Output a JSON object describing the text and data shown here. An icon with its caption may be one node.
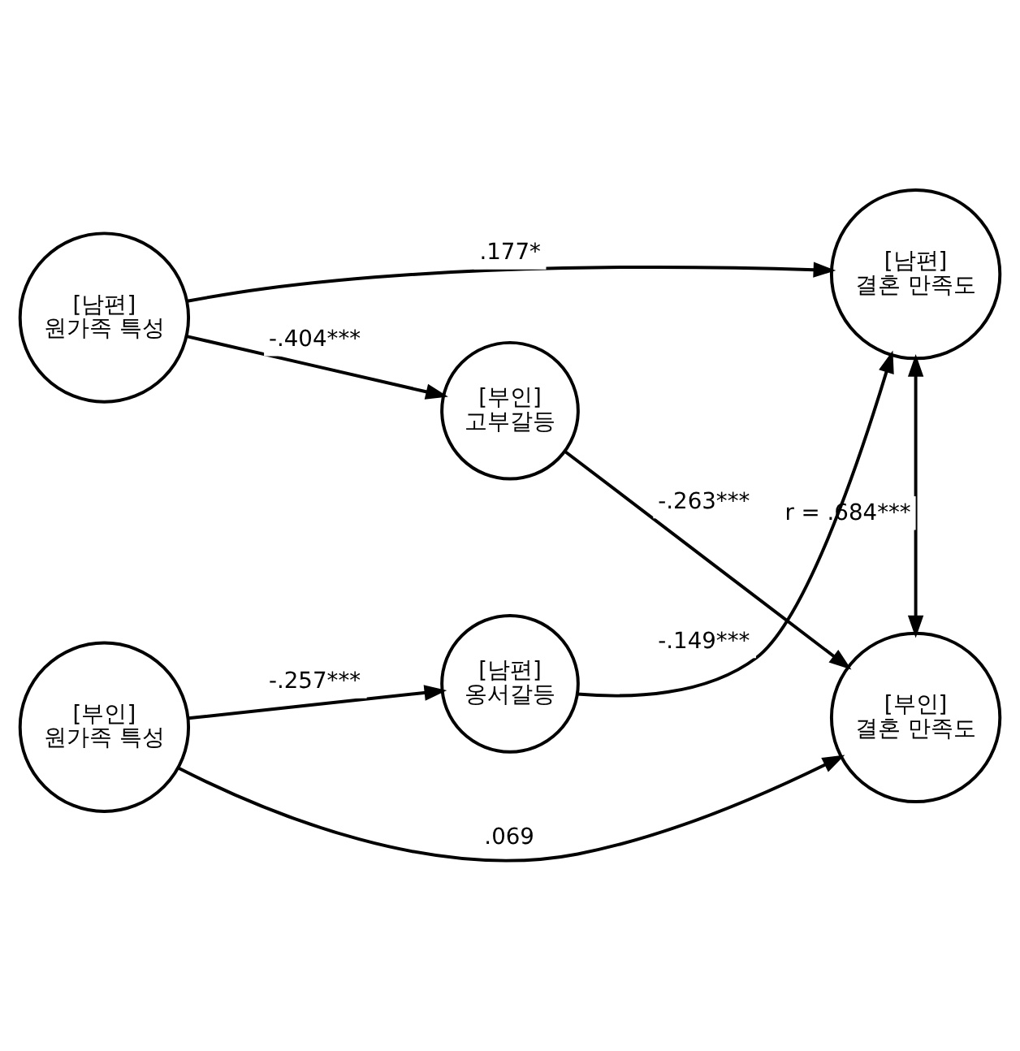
{
  "diagram": {
    "nodes": [
      {
        "text": [
          "[남편]",
          "원가족 특성"
        ]
      },
      {
        "text": [
          "[남편]",
          "결혼 만족도"
        ]
      },
      {
        "text": [
          "[남편]",
          "옹서갈등"
        ]
      },
      {
        "text": [
          "[부인]",
          "고부갈등"
        ]
      },
      {
        "text": [
          "[부인]",
          "원가족 특성"
        ]
      },
      {
        "text": [
          "[부인]",
          "결혼 만족도"
        ]
      }
    ],
    "edges": [
      {
        "from": 0,
        "to": 1,
        "arrow": "to",
        "label": ".177*"
      },
      {
        "from": 0,
        "to": 3,
        "arrow": "to",
        "label": "-.404***"
      },
      {
        "from": 4,
        "to": 2,
        "arrow": "to",
        "label": "-.257***"
      },
      {
        "from": 2,
        "to": 1,
        "arrow": "to",
        "label": "-.149***"
      },
      {
        "from": 3,
        "to": 5,
        "arrow": "to",
        "label": "-.263***"
      },
      {
        "from": 4,
        "to": 5,
        "arrow": "to",
        "label": ".069"
      },
      {
        "from": 1,
        "to": 5,
        "arrow": "both",
        "label": "r = .684***"
      }
    ]
  }
}
